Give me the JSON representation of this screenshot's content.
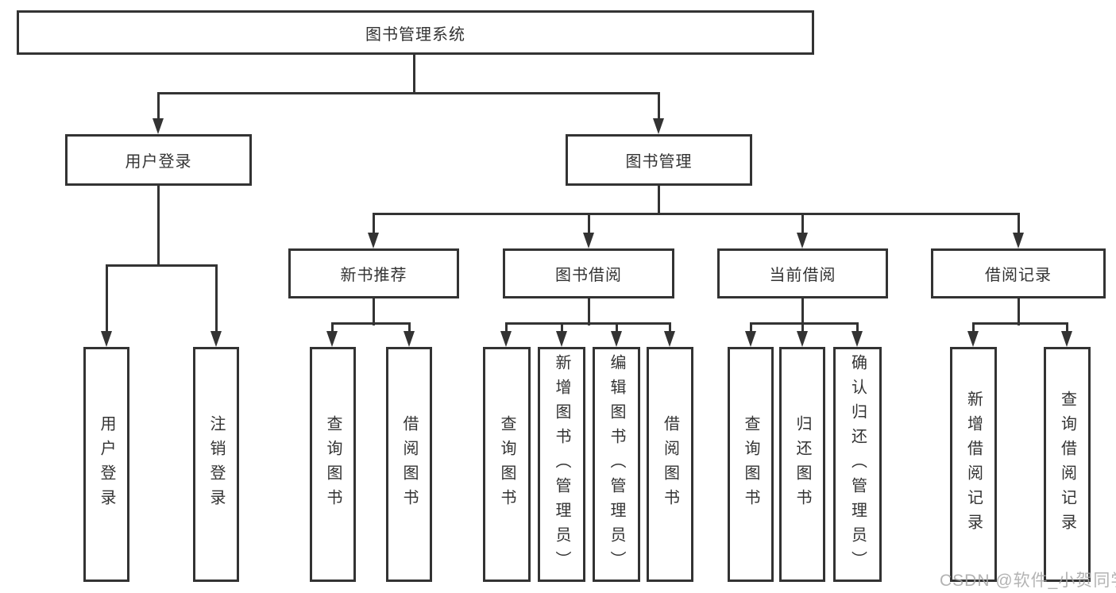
{
  "diagram": {
    "title_note": "functional structure chart of a library management system",
    "root": {
      "label": "图书管理系统"
    },
    "level1": [
      {
        "label": "用户登录"
      },
      {
        "label": "图书管理"
      }
    ],
    "level2": [
      {
        "label": "新书推荐"
      },
      {
        "label": "图书借阅"
      },
      {
        "label": "当前借阅"
      },
      {
        "label": "借阅记录"
      }
    ],
    "leaves": [
      {
        "label": "用户登录",
        "parent": "用户登录"
      },
      {
        "label": "注销登录",
        "parent": "用户登录"
      },
      {
        "label": "查询图书",
        "parent": "新书推荐"
      },
      {
        "label": "借阅图书",
        "parent": "新书推荐"
      },
      {
        "label": "查询图书",
        "parent": "图书借阅"
      },
      {
        "label": "新增图书（管理员）",
        "parent": "图书借阅"
      },
      {
        "label": "编辑图书（管理员）",
        "parent": "图书借阅"
      },
      {
        "label": "借阅图书",
        "parent": "图书借阅"
      },
      {
        "label": "查询图书",
        "parent": "当前借阅"
      },
      {
        "label": "归还图书",
        "parent": "当前借阅"
      },
      {
        "label": "确认归还（管理员）",
        "parent": "当前借阅"
      },
      {
        "label": "新增借阅记录",
        "parent": "借阅记录"
      },
      {
        "label": "查询借阅记录",
        "parent": "借阅记录"
      }
    ]
  },
  "watermark": {
    "text": "CSDN @软件_小贺同学"
  },
  "colors": {
    "line": "#333333",
    "text": "#333333",
    "box_fill": "#ffffff",
    "background": "#ffffff",
    "watermark": "#a6a6a6"
  }
}
